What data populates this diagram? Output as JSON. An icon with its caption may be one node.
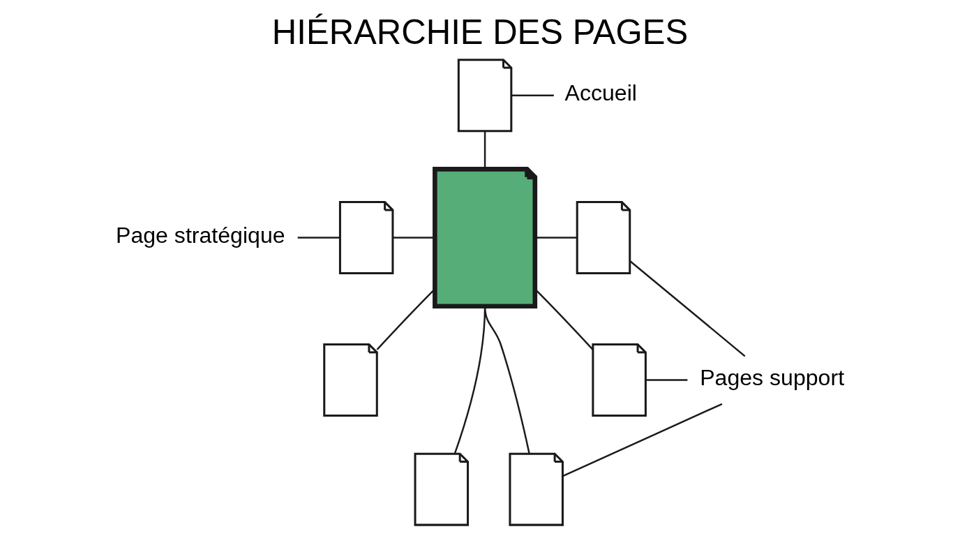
{
  "diagram": {
    "title": "HIÉRARCHIE DES PAGES",
    "nodes": [
      {
        "text": [],
        "shape": "document"
      },
      {
        "text": [
          "Accueil"
        ]
      },
      {
        "text": [
          "Page stratégique"
        ]
      },
      {
        "text": [],
        "shape": "document"
      },
      {
        "text": [],
        "shape": "document"
      },
      {
        "text": [],
        "shape": "document"
      },
      {
        "text": [],
        "shape": "document"
      },
      {
        "text": [],
        "shape": "document"
      },
      {
        "text": [],
        "shape": "document"
      },
      {
        "text": [],
        "shape": "document"
      },
      {
        "text": [
          "Pages support"
        ]
      }
    ],
    "edges": [
      {
        "from": 1,
        "to": 0,
        "arrow": "none"
      },
      {
        "from": 2,
        "to": 3,
        "arrow": "none"
      },
      {
        "from": 0,
        "to": 4,
        "arrow": "none"
      },
      {
        "from": 3,
        "to": 4,
        "arrow": "none"
      },
      {
        "from": 4,
        "to": 5,
        "arrow": "none"
      },
      {
        "from": 4,
        "to": 6,
        "arrow": "none"
      },
      {
        "from": 4,
        "to": 8,
        "arrow": "none"
      },
      {
        "from": 4,
        "to": 9,
        "arrow": "none"
      },
      {
        "from": 4,
        "to": 7,
        "arrow": "none"
      },
      {
        "from": 10,
        "to": 5,
        "arrow": "none"
      },
      {
        "from": 10,
        "to": 7,
        "arrow": "none"
      },
      {
        "from": 10,
        "to": 9,
        "arrow": "none"
      }
    ]
  }
}
